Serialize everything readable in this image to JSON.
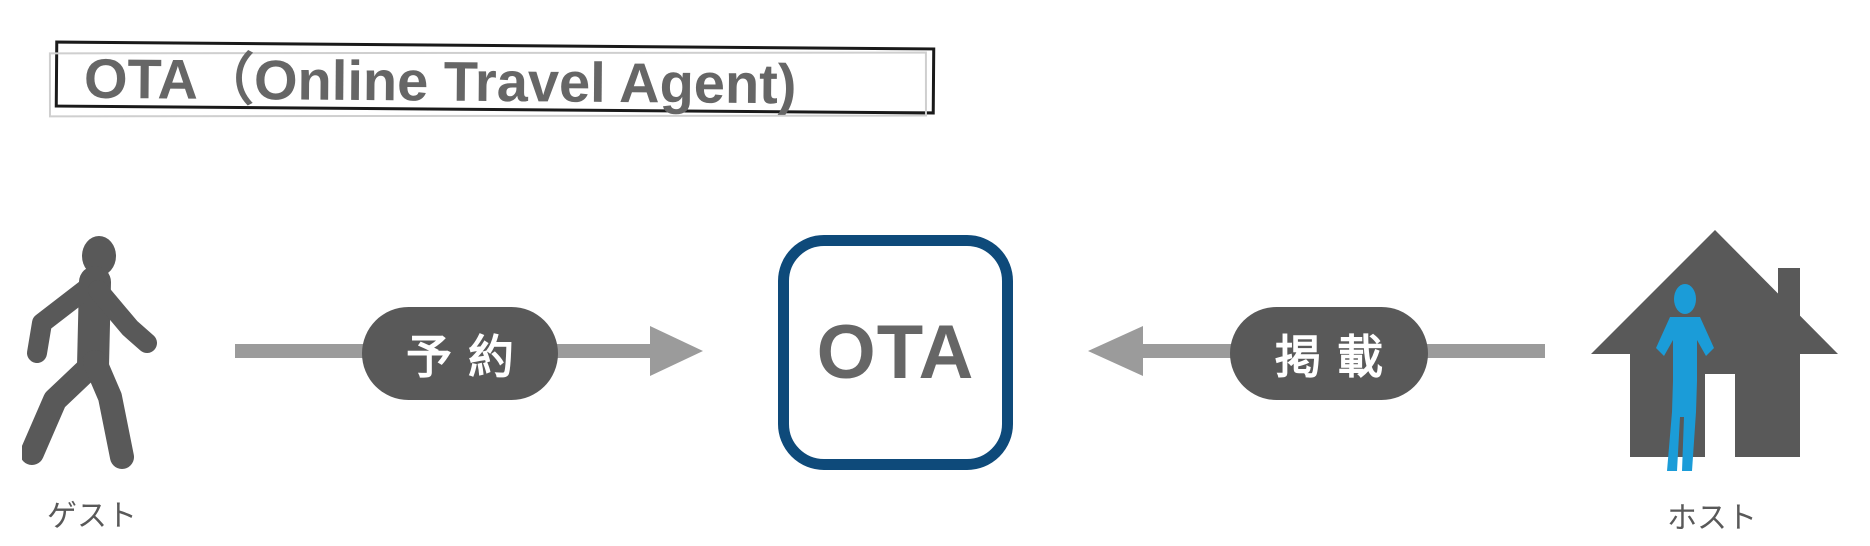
{
  "title": {
    "text": "OTA（Online Travel Agent)"
  },
  "diagram": {
    "guest": {
      "label": "ゲスト",
      "icon": "walking-person-icon"
    },
    "host": {
      "label": "ホスト",
      "icon": "house-with-person-icon"
    },
    "center": {
      "label": "OTA"
    },
    "flows": [
      {
        "label": "予約",
        "from": "guest",
        "to": "OTA",
        "direction": "right"
      },
      {
        "label": "掲載",
        "from": "host",
        "to": "OTA",
        "direction": "left"
      }
    ]
  },
  "colors": {
    "icon_gray": "#595959",
    "arrow_gray": "#9B9B9B",
    "pill_background": "#595959",
    "pill_text": "#FFFFFF",
    "ota_border_navy": "#0E4A7A",
    "ota_text_gray": "#666666",
    "title_text_gray": "#666666",
    "title_border_black": "#1A1A1A",
    "host_person_blue": "#1B9CD8",
    "caption_gray": "#595959"
  }
}
